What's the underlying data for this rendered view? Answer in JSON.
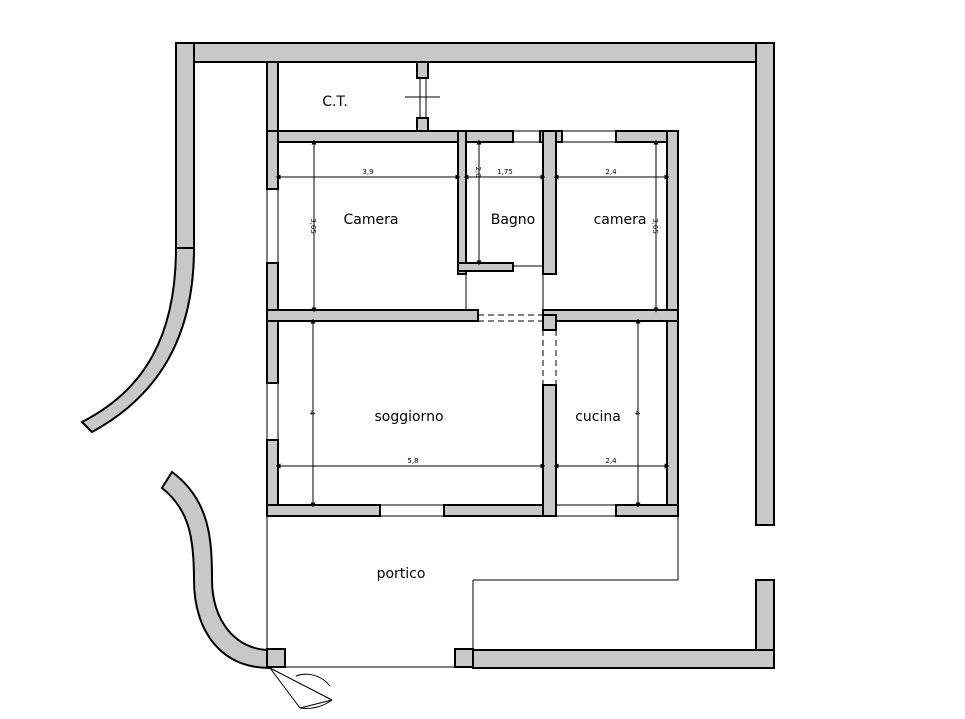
{
  "floor_plan": {
    "rooms": {
      "ct": "C.T.",
      "camera_left": "Camera",
      "bagno": "Bagno",
      "camera_right": "camera",
      "soggiorno": "soggiorno",
      "cucina": "cucina",
      "portico": "portico"
    },
    "dimensions": {
      "camera_left_width": "3,9",
      "camera_left_depth": "3,65",
      "bagno_width": "1,75",
      "bagno_depth": "2,6",
      "camera_right_width": "2,4",
      "camera_right_depth": "3,65",
      "soggiorno_width": "5,8",
      "soggiorno_depth": "4",
      "cucina_width": "2,4",
      "cucina_depth": "4"
    },
    "colors": {
      "wall_fill": "#c8c8c8",
      "line": "#000000"
    }
  }
}
